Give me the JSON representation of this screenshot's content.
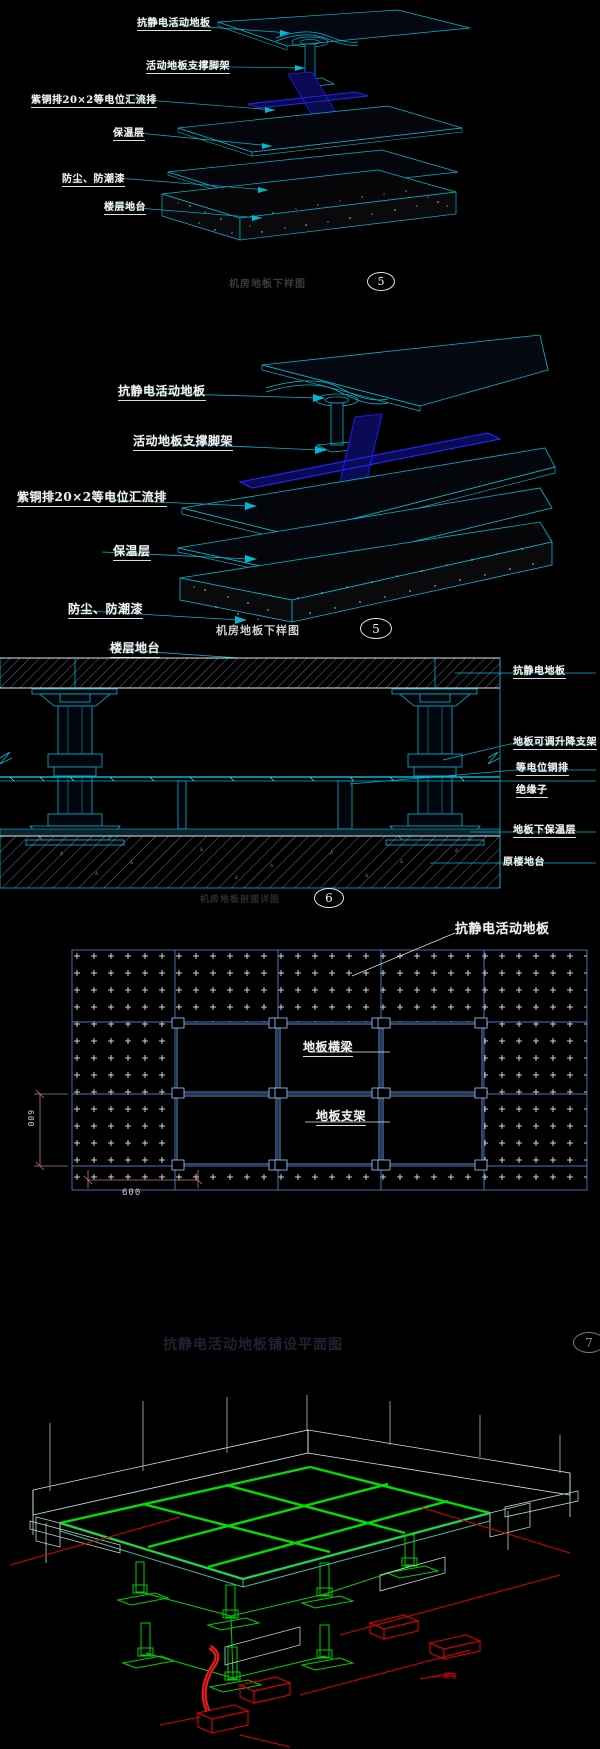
{
  "drawing": {
    "background_color": "#000000",
    "line_color_cyan": "#00b7d4",
    "line_color_blue": "#1a1aff",
    "line_color_white": "#e8e8e8",
    "line_color_green": "#00e000",
    "line_color_red": "#d40000",
    "text_color": "#f2f2f2"
  },
  "panel1": {
    "title": "机房地板下样图",
    "bubble": "5",
    "labels": [
      "抗静电活动地板",
      "活动地板支撑脚架",
      "紫铜排20×2等电位汇流排",
      "保温层",
      "防尘、防潮漆",
      "楼层地台"
    ]
  },
  "panel2": {
    "title": "机房地板下样图",
    "bubble": "5",
    "labels": [
      "抗静电活动地板",
      "活动地板支撑脚架",
      "紫铜排20×2等电位汇流排",
      "保温层",
      "防尘、防潮漆",
      "楼层地台"
    ]
  },
  "panel3": {
    "title": "机房地板剖面详图",
    "bubble": "6",
    "labels": [
      "抗静电地板",
      "地板可调升降支架",
      "等电位铜排",
      "绝缘子",
      "地板下保温层",
      "原楼地台"
    ]
  },
  "panel4": {
    "title": "抗静电活动地板铺设平面图",
    "bubble": "7",
    "labels": [
      "抗静电活动地板",
      "地板横梁",
      "地板支架"
    ],
    "dimensions": {
      "vertical": "600",
      "horizontal": "600"
    }
  },
  "panel5": {
    "note": "弱电"
  }
}
